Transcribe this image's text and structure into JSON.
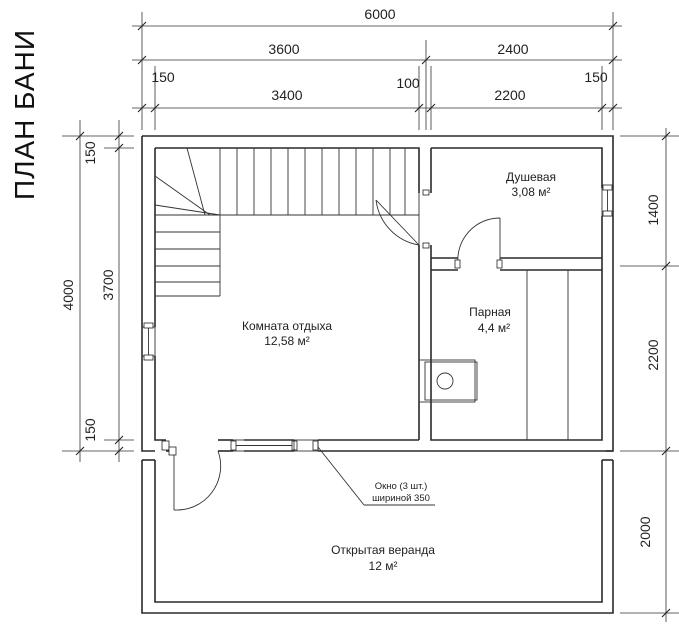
{
  "title": "ПЛАН БАНИ",
  "dimensions": {
    "total_width": "6000",
    "left_part": "3600",
    "right_part": "2400",
    "wall_left": "150",
    "inner_left": "3400",
    "partition": "100",
    "inner_right": "2200",
    "wall_right": "150",
    "total_depth": "4000",
    "inner_depth": "3700",
    "wall_top": "150",
    "wall_bottom": "150",
    "shower_depth": "1400",
    "steam_depth": "2200",
    "veranda_depth": "2000"
  },
  "rooms": {
    "shower": {
      "name": "Душевая",
      "area": "3,08 м²"
    },
    "steam": {
      "name": "Парная",
      "area": "4,4 м²"
    },
    "rest": {
      "name": "Комната отдыха",
      "area": "12,58 м²"
    },
    "veranda": {
      "name": "Открытая веранда",
      "area": "12 м²"
    }
  },
  "window_note": {
    "line1": "Окно (3 шт.)",
    "line2": "шириной 350"
  }
}
